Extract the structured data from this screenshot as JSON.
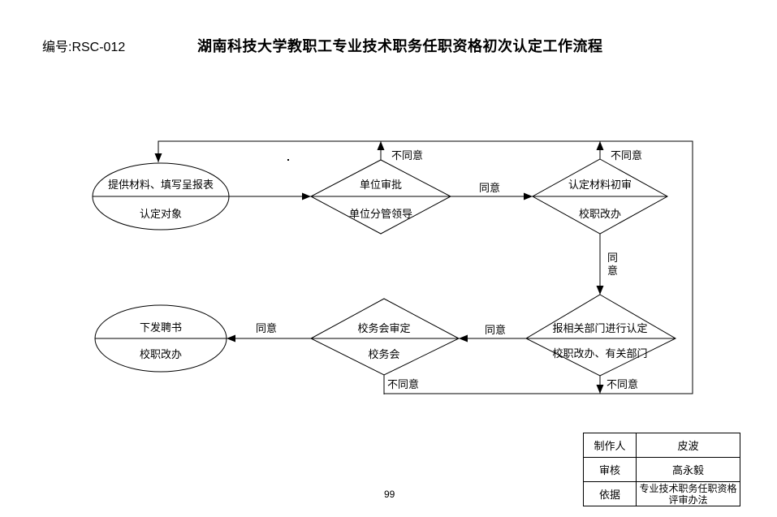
{
  "header": {
    "doc_number": "编号:RSC-012",
    "title": "湖南科技大学教职工专业技术职务任职资格初次认定工作流程"
  },
  "flowchart": {
    "nodes": {
      "applicant": {
        "top": "提供材料、填写呈报表",
        "bottom": "认定对象"
      },
      "unit_approval": {
        "top": "单位审批",
        "bottom": "单位分管领导"
      },
      "material_review": {
        "top": "认定材料初审",
        "bottom": "校职改办"
      },
      "department_determination": {
        "top": "报相关部门进行认定",
        "bottom": "校职改办、有关部门"
      },
      "council_review": {
        "top": "校务会审定",
        "bottom": "校务会"
      },
      "issue_letter": {
        "top": "下发聘书",
        "bottom": "校职改办"
      }
    },
    "edge_labels": {
      "agree_unit_to_review": "同意",
      "agree_review_to_department": "同意",
      "agree_department_to_council": "同意",
      "agree_council_to_letter": "同意",
      "disagree_unit": "不同意",
      "disagree_review": "不同意",
      "disagree_department": "不同意",
      "disagree_council": "不同意"
    },
    "line_color": "#000000"
  },
  "info_table": {
    "rows": [
      {
        "label": "制作人",
        "value": "皮波"
      },
      {
        "label": "审核",
        "value": "高永毅"
      },
      {
        "label": "依据",
        "value": "专业技术职务任职资格评审办法"
      }
    ]
  },
  "footer": {
    "page_number": "99"
  }
}
